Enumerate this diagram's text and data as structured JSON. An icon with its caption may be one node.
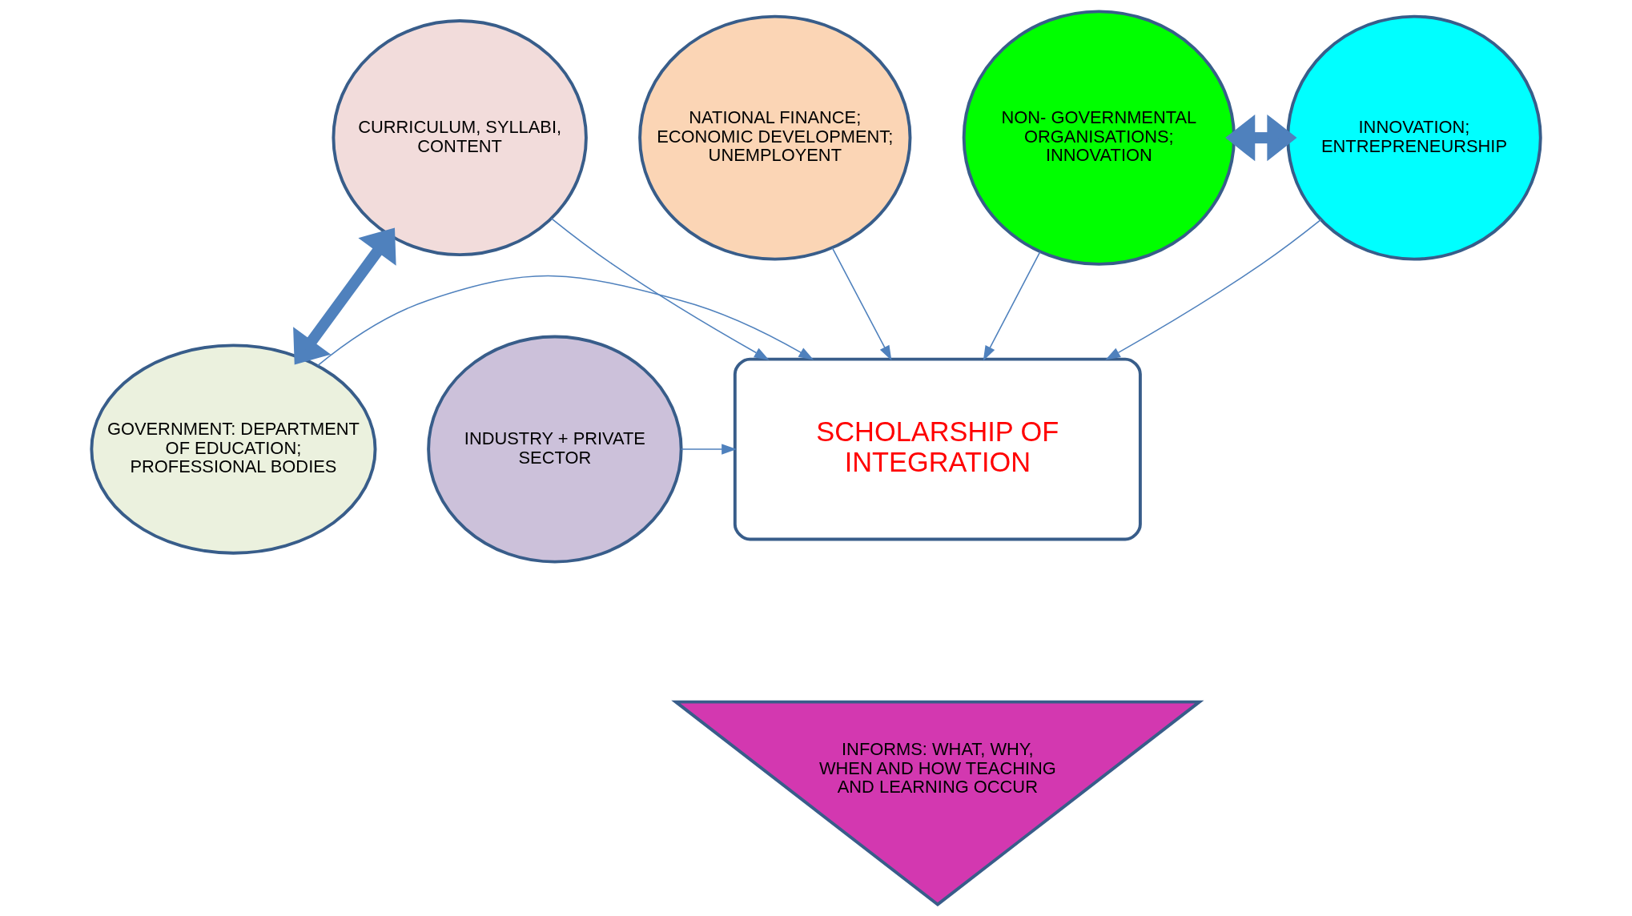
{
  "diagram": {
    "nodes": [
      {
        "text": [
          "CURRICULUM, SYLLABI, CONTENT"
        ]
      },
      {
        "text": [
          "NATIONAL FINANCE; ECONOMIC DEVELOPMENT; UNEMPLOYENT"
        ]
      },
      {
        "text": [
          "NON- GOVERNMENTAL ORGANISATIONS; INNOVATION"
        ]
      },
      {
        "text": [
          "INNOVATION; ENTREPRENEURSHIP"
        ]
      },
      {
        "text": [
          "GOVERNMENT: DEPARTMENT OF EDUCATION; PROFESSIONAL BODIES"
        ]
      },
      {
        "text": [
          "SCHOLARSHIP OF INTEGRATION"
        ]
      },
      {
        "text": [
          "INDUSTRY + PRIVATE SECTOR"
        ]
      },
      {
        "text": [
          "INFORMS: WHAT, WHY, WHEN AND HOW TEACHING AND LEARNING OCCUR"
        ]
      }
    ],
    "edges": [
      {
        "from": 0,
        "to": 4,
        "arrow": "both",
        "style": "thick"
      },
      {
        "from": 2,
        "to": 3,
        "arrow": "both",
        "style": "thick"
      },
      {
        "from": 0,
        "to": 5,
        "arrow": "to"
      },
      {
        "from": 1,
        "to": 5,
        "arrow": "to"
      },
      {
        "from": 2,
        "to": 5,
        "arrow": "to"
      },
      {
        "from": 3,
        "to": 5,
        "arrow": "to"
      },
      {
        "from": 4,
        "to": 5,
        "arrow": "to"
      },
      {
        "from": 6,
        "to": 5,
        "arrow": "to"
      }
    ]
  }
}
